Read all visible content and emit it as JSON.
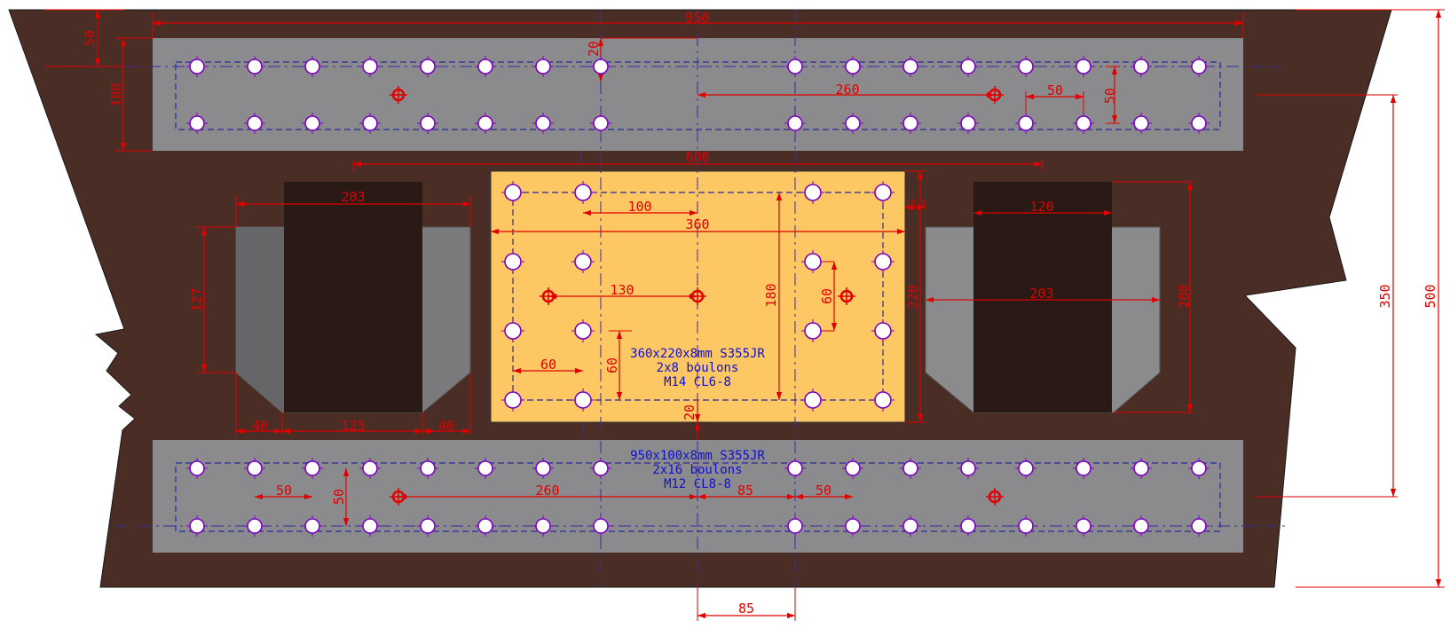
{
  "colors": {
    "background": "#ffffff",
    "concrete": "#4a2d25",
    "plate": "#8b8b8d",
    "gusset": "#fdc863",
    "column_dark": "#2a1a16",
    "dimension": "#e00000",
    "label": "#1010d0",
    "bolt": "#7a00c0"
  },
  "labels": {
    "gusset_plate": [
      "360x220x8mm S355JR",
      "2x8 boulons",
      "M14 CL6-8"
    ],
    "flange_plate": [
      "950x100x8mm S355JR",
      "2x16 boulons",
      "M12 CL8-8"
    ]
  },
  "dimensions": {
    "top_overall": "950",
    "top_offset": "50",
    "top_plate_height": "100",
    "top_edge": "20",
    "top_pin_offset": "260",
    "top_bolt_pitch_h": "50",
    "top_bolt_pitch_v": "50",
    "gusset_overall": "600",
    "left_channel_width": "203",
    "gusset_bolt_spacing": "100",
    "gusset_width": "360",
    "right_edge": "18.5",
    "right_web": "120",
    "left_channel_height": "127",
    "gusset_pin_offset": "130",
    "gusset_inner_height": "180",
    "gusset_pin_small": "60",
    "gusset_height": "220",
    "right_channel_width": "203",
    "right_channel_height": "200",
    "gusset_bolt_row": "60",
    "gusset_bolt_edge_h": "60",
    "gusset_bottom_edge": "20",
    "left_flange": "40",
    "left_web": "123",
    "left_flange_right": "40",
    "bottom_bolt_pitch_h": "50",
    "bottom_bolt_pitch_v": "50",
    "bottom_pin_offset": "260",
    "bottom_offset_85": "85",
    "bottom_bolt_pitch_h2": "50",
    "right_total_350": "350",
    "right_total_500": "500",
    "bottom_offset": "85"
  }
}
